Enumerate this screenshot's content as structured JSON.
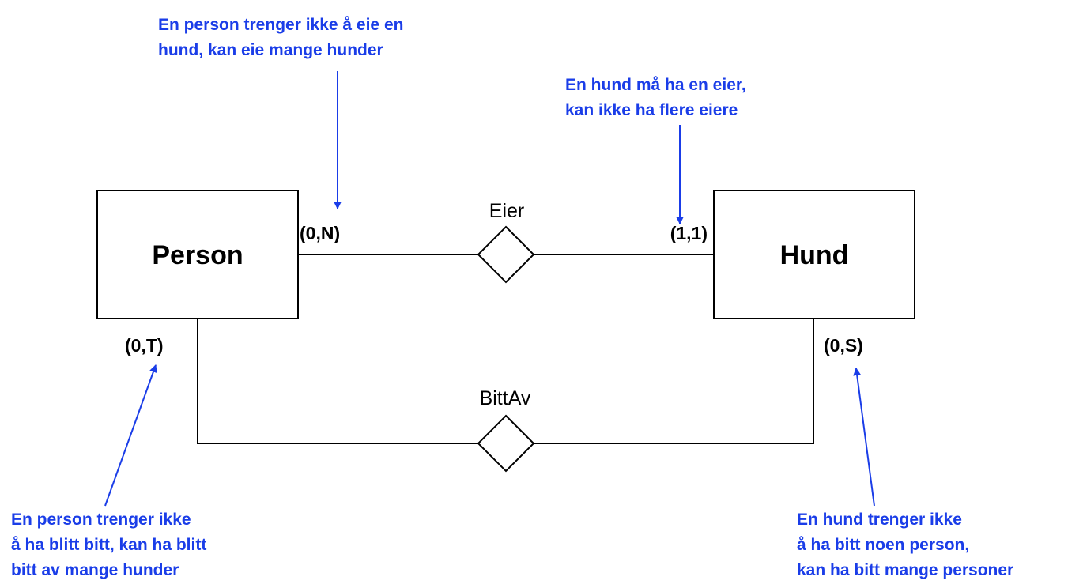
{
  "diagram": {
    "entities": {
      "person": "Person",
      "hund": "Hund"
    },
    "relationships": {
      "eier": "Eier",
      "bittav": "BittAv"
    },
    "cardinalities": {
      "person_eier": "(0,N)",
      "hund_eier": "(1,1)",
      "person_bittav": "(0,T)",
      "hund_bittav": "(0,S)"
    },
    "notes": {
      "person_eier": [
        "En person trenger ikke å eie en",
        "hund,  kan eie mange hunder"
      ],
      "hund_eier": [
        "En hund må ha en eier,",
        "kan ikke ha flere eiere"
      ],
      "person_bittav": [
        "En person trenger ikke",
        "å ha blitt bitt, kan ha blitt",
        "bitt av mange hunder"
      ],
      "hund_bittav": [
        "En hund trenger ikke",
        "å ha bitt noen person,",
        "kan ha bitt mange personer"
      ]
    },
    "colors": {
      "annotation": "#1a3de8",
      "shapes": "#000000"
    }
  }
}
